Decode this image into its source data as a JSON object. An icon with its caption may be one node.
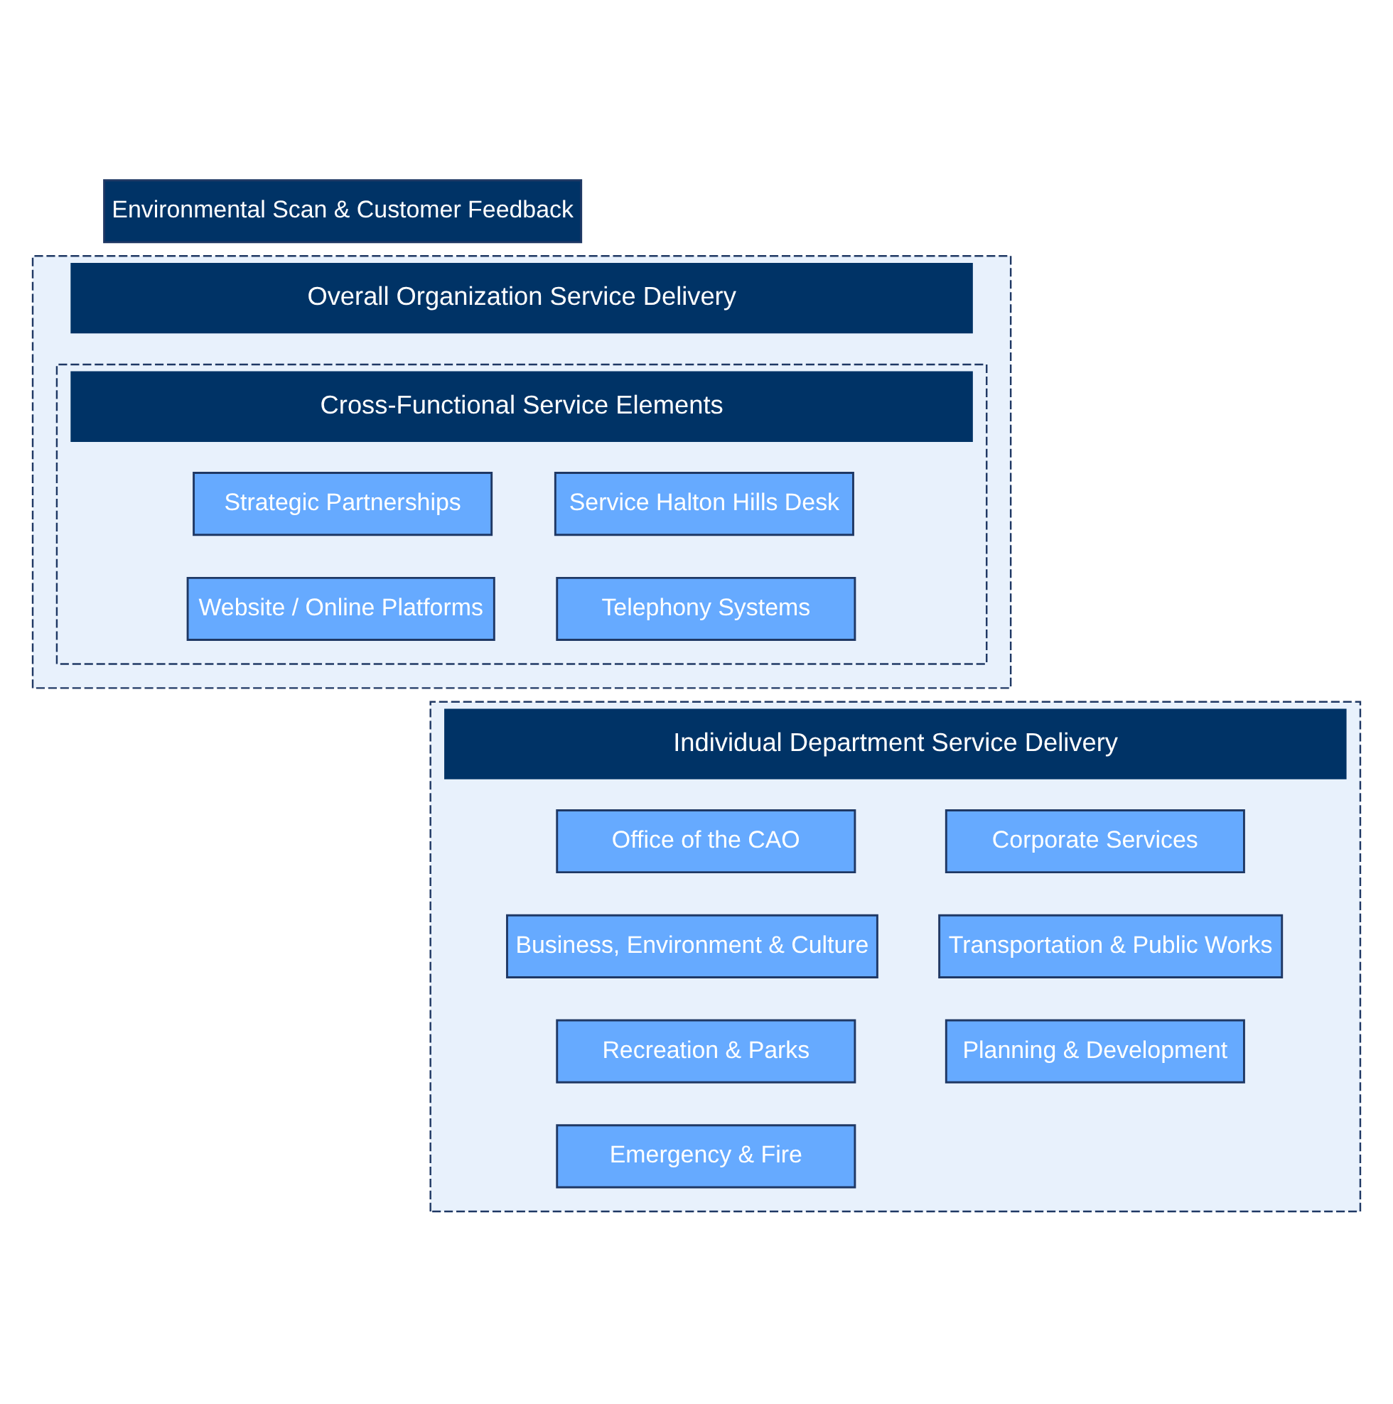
{
  "diagram": {
    "nodes": [
      {
        "text": [
          "Environmental Scan & Customer Feedback"
        ]
      },
      {
        "text": [
          "Overall Organization Service Delivery"
        ]
      },
      {
        "text": [
          "Cross-Functional Service Elements"
        ],
        "in": 1
      },
      {
        "text": [
          "Strategic Partnerships"
        ],
        "in": 2
      },
      {
        "text": [
          "Service Halton Hills Desk"
        ],
        "in": 2
      },
      {
        "text": [
          "Website / Online Platforms"
        ],
        "in": 2
      },
      {
        "text": [
          "Telephony Systems"
        ],
        "in": 2
      },
      {
        "text": [
          "Individual Department Service Delivery"
        ]
      },
      {
        "text": [
          "Office of the CAO"
        ],
        "in": 7
      },
      {
        "text": [
          "Corporate Services"
        ],
        "in": 7
      },
      {
        "text": [
          "Business, Environment & Culture"
        ],
        "in": 7
      },
      {
        "text": [
          "Transportation & Public Works"
        ],
        "in": 7
      },
      {
        "text": [
          "Recreation & Parks"
        ],
        "in": 7
      },
      {
        "text": [
          "Planning & Development"
        ],
        "in": 7
      },
      {
        "text": [
          "Emergency & Fire"
        ],
        "in": 7
      }
    ],
    "edges": []
  }
}
